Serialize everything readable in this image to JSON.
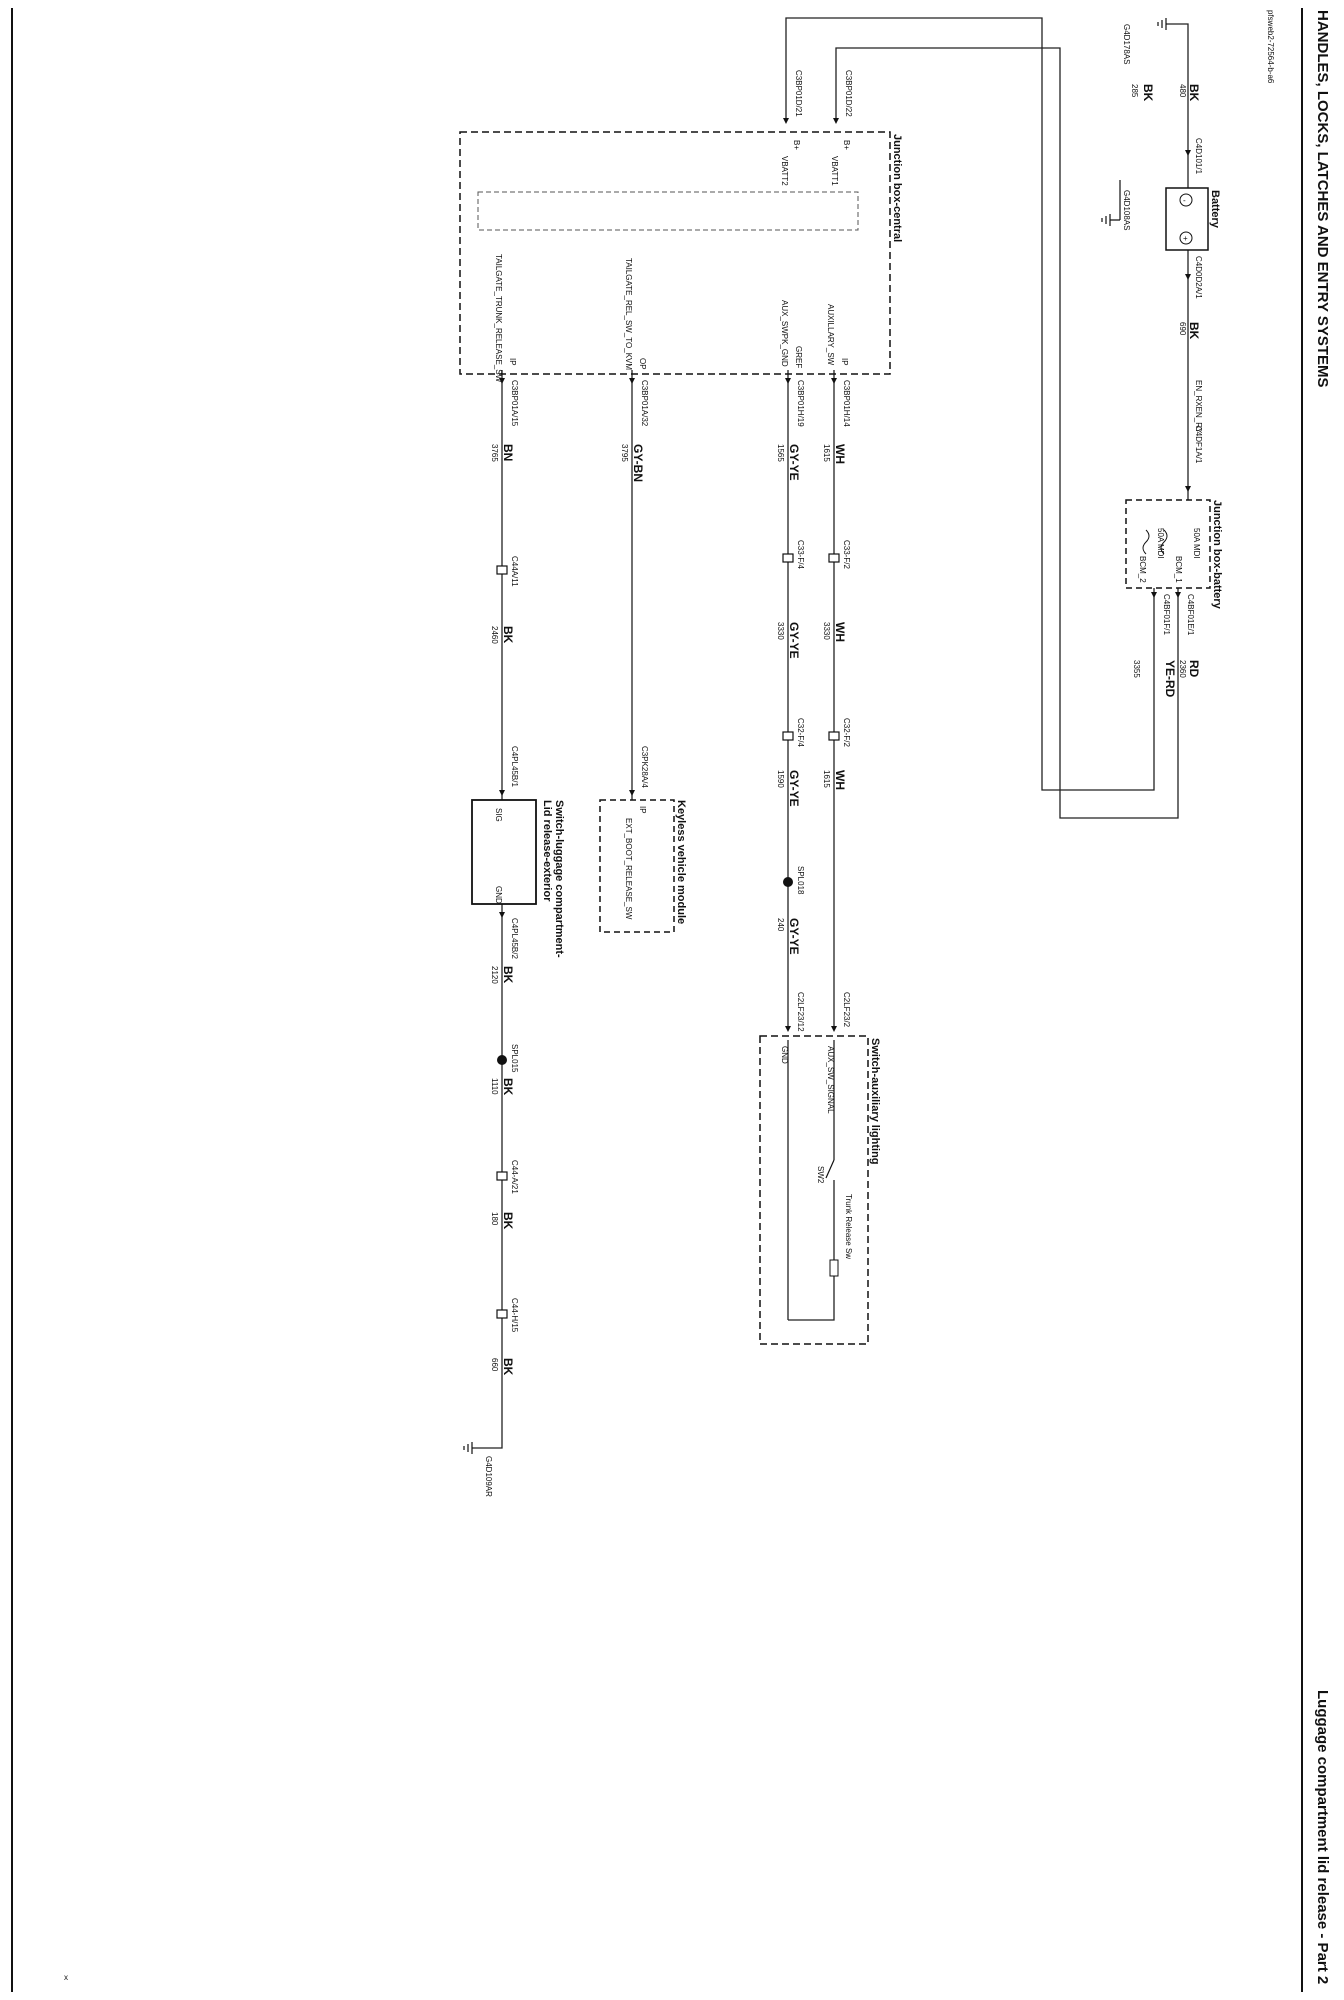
{
  "header": {
    "section_title": "HANDLES, LOCKS, LATCHES AND ENTRY SYSTEMS",
    "page_title": "Luggage compartment lid release - Part 2",
    "diagram_id": "pfsweb2-72564-b-a6",
    "footer_mark": "x"
  },
  "components": {
    "battery": {
      "title": "Battery",
      "minus": "-",
      "plus": "+"
    },
    "jb_battery": {
      "title": "Junction box-battery",
      "fuse1": "50A MDI",
      "fuse1_pin": "BCM_1",
      "fuse2": "50A MDI",
      "fuse2_pin": "BCM_2"
    },
    "jb_central": {
      "title": "Junction box-central",
      "pins_in": [
        "B+",
        "VBATT2",
        "B+",
        "VBATT1"
      ],
      "out1_name": "TAILGATE_TRUNK_RELEASE_SW",
      "out1_type": "IP",
      "out2_name": "TAILGATE_REL_SW_TO_KVM",
      "out2_type": "OP",
      "out3_name": "AUX_SWPK_GND",
      "out3_type": "GREF",
      "out4_name": "AUXILLARY_SW",
      "out4_type": "IP"
    },
    "kvm": {
      "title": "Keyless vehicle module",
      "pin_type": "IP",
      "pin_name": "EXT_BOOT_RELEASE_SW"
    },
    "switch_luggage": {
      "title1": "Switch-luggage compartment-",
      "title2": "Lid release-exterior",
      "sig": "SIG",
      "gnd": "GND"
    },
    "switch_aux": {
      "title": "Switch-auxiliary lighting",
      "gnd": "GND",
      "signal": "AUX_SW_SIGNAL",
      "sw_label": "SW2",
      "sw_desc": "Trunk Release Sw"
    }
  },
  "connectors": {
    "bat_neg": "C4D101/1",
    "bat_pos": "C4D0D2A/1",
    "jbb_in": "C4DF1A/1",
    "jbb_out1": "C4BF01E/1",
    "jbb_out2": "C4BF01F/1",
    "jbc_in1": "C3BP01D/22",
    "jbc_in2": "C3BP01D/21",
    "jbc_out1": "C3BP01A/15",
    "jbc_out2": "C3BP01A/32",
    "jbc_out3": "C3BP01H/19",
    "jbc_out4": "C3BP01H/14",
    "c44a": "C44A/11",
    "c33_f2": "C33-F/2",
    "c33_f4": "C33-F/4",
    "c32_f2": "C32-F/2",
    "c32_f4": "C32-F/4",
    "kvm_pin": "C3PK28A/4",
    "lug_sig": "C4PL45B/1",
    "lug_gnd": "C4PL45B/2",
    "aux_sig": "C2LF23/2",
    "aux_gnd": "C2LF23/12",
    "splice_a": "SPL018",
    "splice_b": "SPL015",
    "c44_a21": "C44-A/21",
    "c44_h15": "C44-H/15",
    "gnd1": "G4D178AS",
    "gnd2": "G4D108AS",
    "gnd3": "G4D109AR"
  },
  "wires": {
    "w_bat_neg": {
      "color": "BK",
      "num": "480"
    },
    "w_bat_gnd2": {
      "color": "BK",
      "num": "285"
    },
    "w_bat_pos": {
      "color": "BK",
      "num": "690"
    },
    "w_bat_rel": {
      "name": "EN_RXEN_RY"
    },
    "w_jbb_out1": {
      "color": "RD",
      "num": "2360"
    },
    "w_jbb_out2": {
      "color": "YE-RD",
      "num": "3355"
    },
    "w1a": {
      "color": "WH",
      "num": "1615"
    },
    "w1b": {
      "color": "WH",
      "num": "3330"
    },
    "w1c": {
      "color": "WH",
      "num": "1615"
    },
    "w2a": {
      "color": "GY-YE",
      "num": "1565"
    },
    "w2b": {
      "color": "GY-YE",
      "num": "3330"
    },
    "w2c": {
      "color": "GY-YE",
      "num": "1590"
    },
    "w2d": {
      "color": "GY-YE",
      "num": "240"
    },
    "w3": {
      "color": "GY-BN",
      "num": "3795"
    },
    "w4a": {
      "color": "BN",
      "num": "3765"
    },
    "w4b": {
      "color": "BK",
      "num": "2460"
    },
    "w5a": {
      "color": "BK",
      "num": "2120"
    },
    "w5b": {
      "color": "BK",
      "num": "1110"
    },
    "w5c": {
      "color": "BK",
      "num": "180"
    },
    "w5d": {
      "color": "BK",
      "num": "660"
    }
  }
}
